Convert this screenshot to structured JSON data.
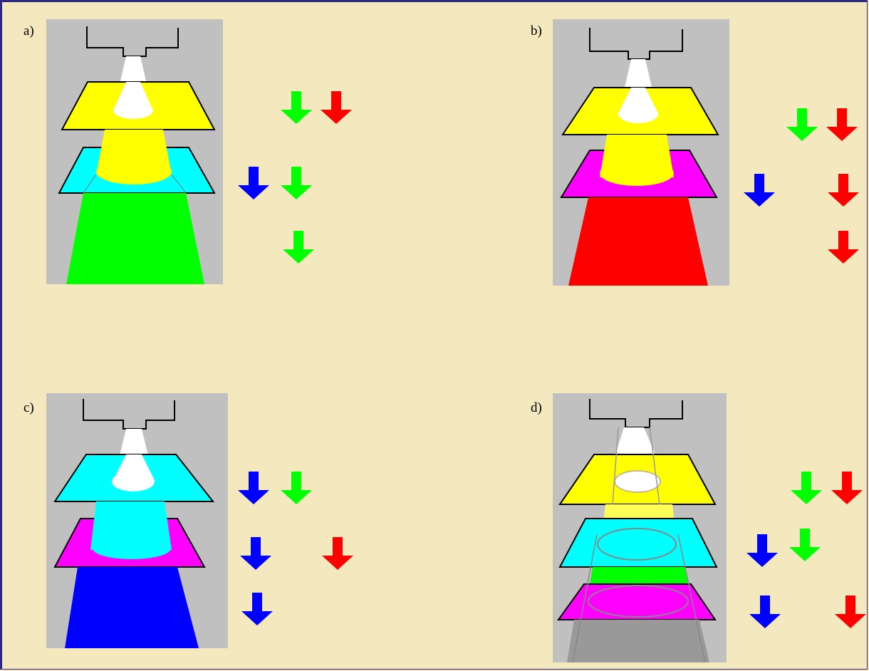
{
  "colors": {
    "background": "#f3e8be",
    "frame": "#2a2a86",
    "panel_gray": "#c0c0c0",
    "white": "#ffffff",
    "yellow": "#ffff00",
    "cyan": "#00ffff",
    "magenta": "#ff00ff",
    "green": "#00ff00",
    "red": "#ff0000",
    "blue": "#0000ff",
    "gray": "#999999"
  },
  "panels": [
    {
      "label": "a)",
      "filters": [
        "yellow",
        "cyan"
      ],
      "beams": [
        "white",
        "yellow",
        "green"
      ],
      "arrow_rows": [
        [
          "green",
          "red"
        ],
        [
          "blue",
          "green"
        ],
        [
          "green"
        ]
      ]
    },
    {
      "label": "b)",
      "filters": [
        "yellow",
        "magenta"
      ],
      "beams": [
        "white",
        "yellow",
        "red"
      ],
      "arrow_rows": [
        [
          "green",
          "red"
        ],
        [
          "blue",
          "red"
        ],
        [
          "red"
        ]
      ]
    },
    {
      "label": "c)",
      "filters": [
        "cyan",
        "magenta"
      ],
      "beams": [
        "white",
        "cyan",
        "blue"
      ],
      "arrow_rows": [
        [
          "blue",
          "green"
        ],
        [
          "blue",
          "red"
        ],
        [
          "blue"
        ]
      ]
    },
    {
      "label": "d)",
      "filters": [
        "yellow",
        "cyan",
        "magenta"
      ],
      "beams": [
        "white",
        "yellow",
        "green",
        "gray"
      ],
      "arrow_rows": [
        [
          "green",
          "red"
        ],
        [
          "blue",
          "green"
        ],
        [
          "blue",
          "red"
        ]
      ]
    }
  ]
}
